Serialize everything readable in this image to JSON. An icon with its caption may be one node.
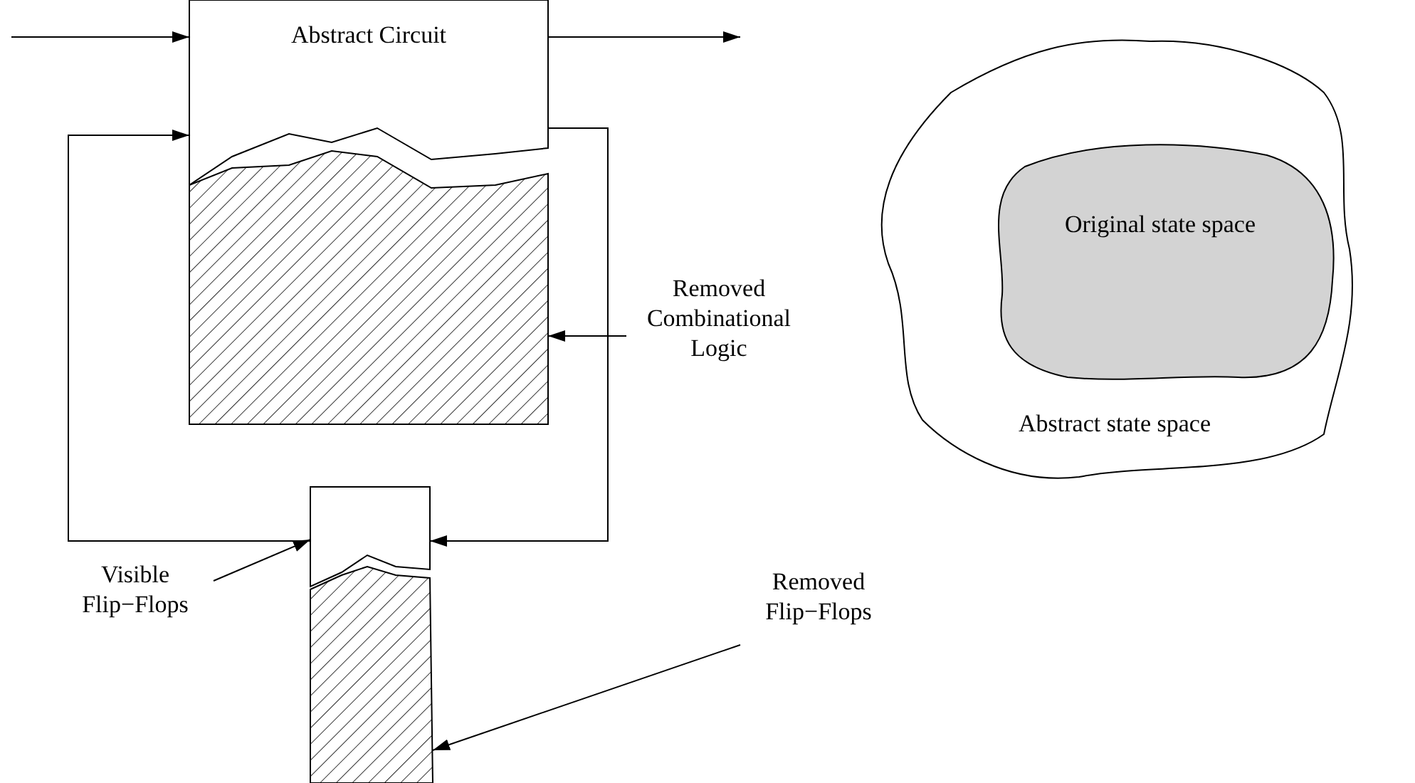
{
  "diagram": {
    "nodes": [
      {
        "text": [
          "Abstract Circuit"
        ]
      },
      {
        "text": [],
        "shape": "box"
      },
      {
        "text": [
          "Removed Combinational Logic"
        ]
      },
      {
        "text": [],
        "shape": "box"
      },
      {
        "text": [],
        "shape": "box"
      },
      {
        "text": [
          "Visible Flip−Flops"
        ]
      },
      {
        "text": [
          "Removed Flip−Flops"
        ]
      },
      {
        "text": [
          "Abstract state space"
        ]
      },
      {
        "text": [
          "Original state space"
        ],
        "in": 7
      }
    ],
    "edges": [
      {
        "from": null,
        "to": 0,
        "arrow": "to"
      },
      {
        "from": 0,
        "to": null,
        "arrow": "to"
      },
      {
        "from": 3,
        "to": 0,
        "arrow": "to"
      },
      {
        "from": 0,
        "to": 3,
        "arrow": "to"
      },
      {
        "from": 2,
        "to": 1,
        "arrow": "to"
      },
      {
        "from": 5,
        "to": 3,
        "arrow": "to"
      },
      {
        "from": 6,
        "to": 4,
        "arrow": "to"
      }
    ]
  }
}
